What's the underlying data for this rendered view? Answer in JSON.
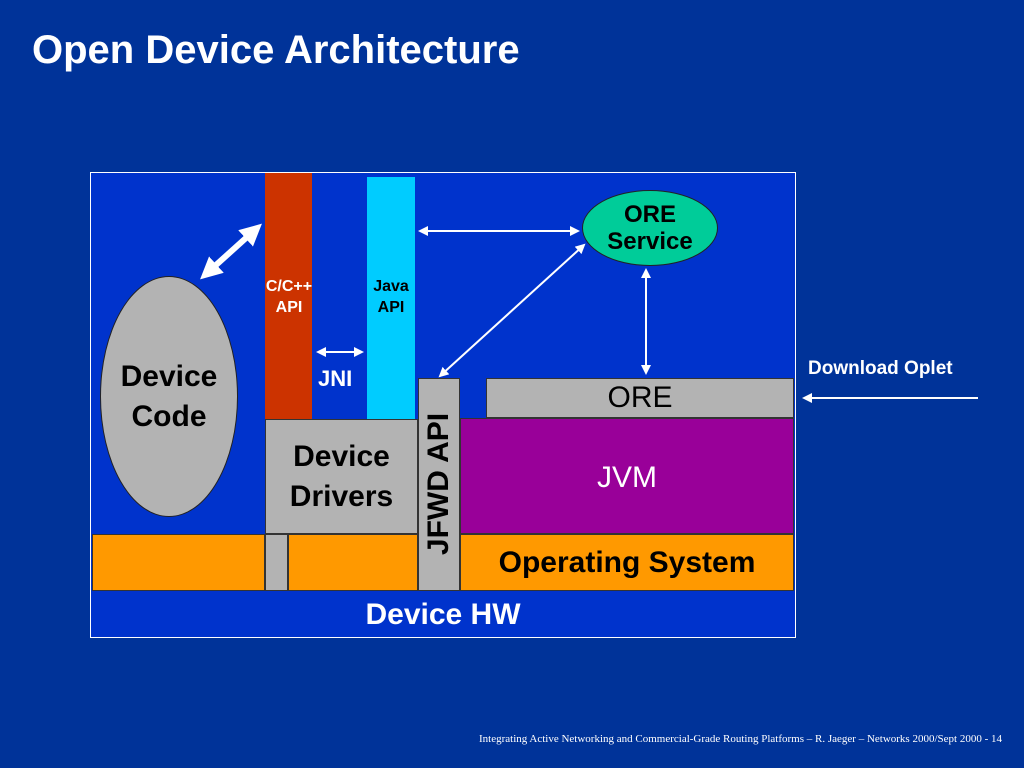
{
  "title": "Open Device Architecture",
  "labels": {
    "device_code": [
      "Device",
      "Code"
    ],
    "cpp_api": [
      "C/C++",
      "API"
    ],
    "java_api": [
      "Java",
      "API"
    ],
    "jni": "JNI",
    "ore_service": [
      "ORE",
      "Service"
    ],
    "device_drivers": [
      "Device",
      "Drivers"
    ],
    "jfwd_api": "JFWD API",
    "ore": "ORE",
    "jvm": "JVM",
    "operating_system": "Operating System",
    "device_hw": "Device HW",
    "download_oplet": "Download Oplet"
  },
  "footer": "Integrating Active Networking and Commercial-Grade Routing Platforms – R. Jaeger – Networks 2000/Sept 2000  - 14",
  "colors": {
    "background": "#003399",
    "frame": "#0033cc",
    "cpp_api": "#cc3300",
    "java_api": "#00ccff",
    "ore_service": "#00cc99",
    "jvm": "#990099",
    "operating_system": "#ff9900",
    "gray_block": "#b3b3b3"
  }
}
